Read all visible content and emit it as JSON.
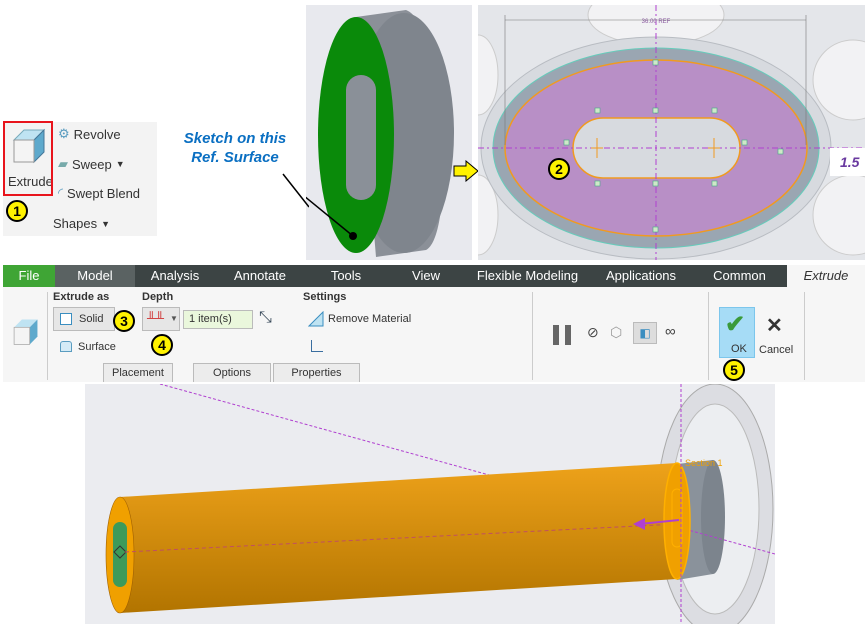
{
  "shapes_panel": {
    "extrude_label": "Extrude",
    "revolve_label": "Revolve",
    "sweep_label": "Sweep",
    "swept_blend_label": "Swept Blend",
    "group_label": "Shapes"
  },
  "callouts": {
    "step1": "1",
    "step2": "2",
    "step3": "3",
    "step4": "4",
    "step5": "5"
  },
  "annotation": {
    "line1": "Sketch on this",
    "line2": "Ref. Surface"
  },
  "sketch_view": {
    "dimension_ref": "36.00 REF",
    "dimension_value": "1.5"
  },
  "ribbon": {
    "tabs": [
      "File",
      "Model",
      "Analysis",
      "Annotate",
      "Tools",
      "View",
      "Flexible Modeling",
      "Applications",
      "Common"
    ],
    "context_tab": "Extrude",
    "extrude_as_label": "Extrude as",
    "solid_label": "Solid",
    "surface_label": "Surface",
    "depth_label": "Depth",
    "depth_value": "1 item(s)",
    "settings_label": "Settings",
    "remove_material_label": "Remove Material",
    "ok_label": "OK",
    "cancel_label": "Cancel",
    "subtabs": [
      "Placement",
      "Options",
      "Properties"
    ]
  },
  "model_view": {
    "section_label": "Section 1"
  },
  "colors": {
    "green_face": "#0a8a0a",
    "orange": "#e89a00",
    "purple": "#b88fc6",
    "file_tab": "#3fa535"
  }
}
